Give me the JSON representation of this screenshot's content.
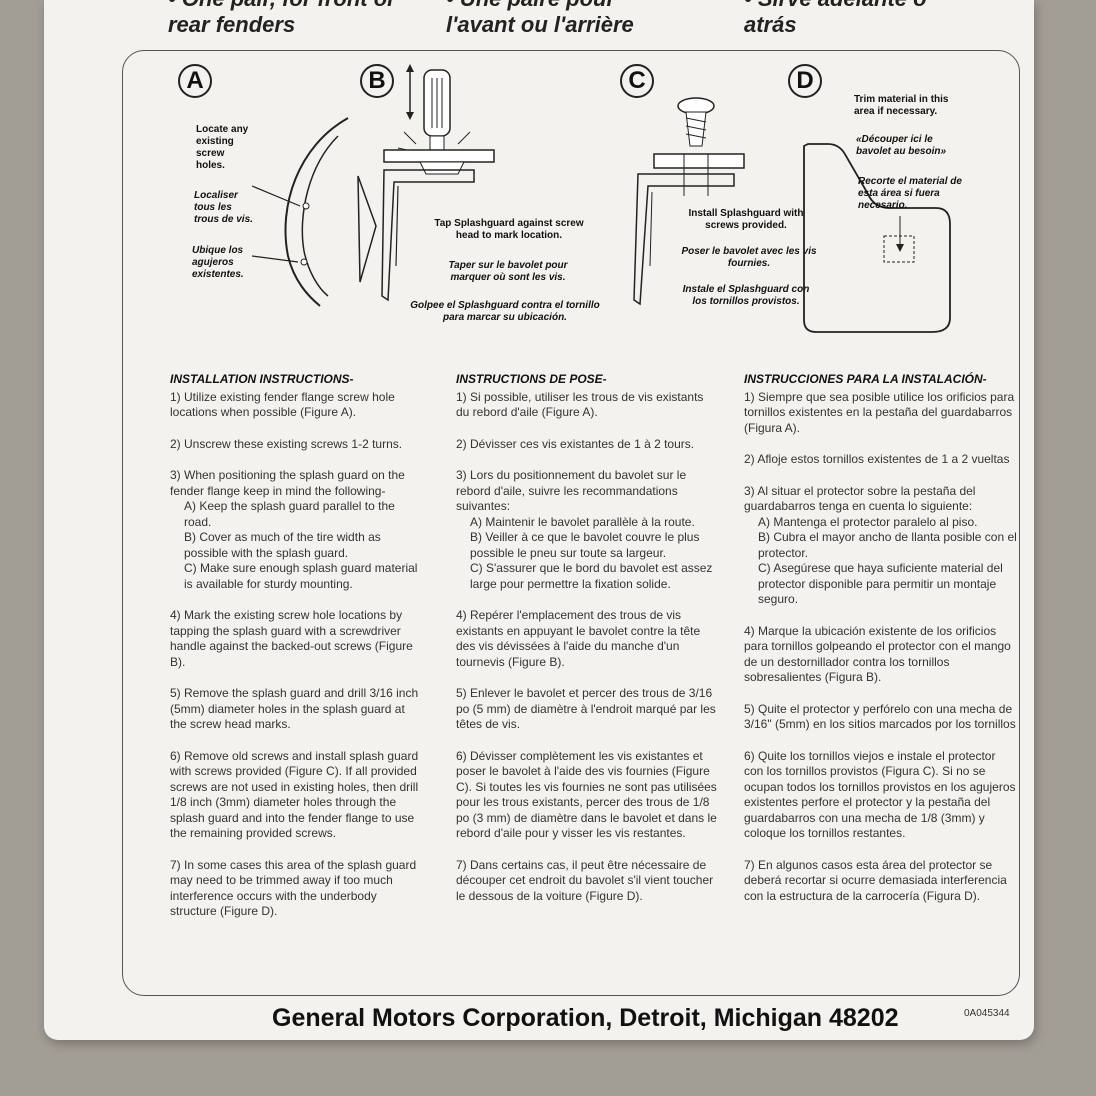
{
  "top_strip": {
    "en": [
      "• One pair, for front or",
      "rear fenders"
    ],
    "fr": [
      "• Une paire pour",
      "l'avant ou l'arrière"
    ],
    "es": [
      "• Sirve adelante o",
      "atrás"
    ]
  },
  "figures": {
    "a": {
      "letter": "A",
      "notes": [
        "Locate any existing screw holes.",
        "Localiser tous les trous de vis.",
        "Ubique los agujeros existentes."
      ]
    },
    "b": {
      "letter": "B",
      "notes": [
        "Tap Splashguard against screw head to mark location.",
        "Taper sur le bavolet pour marquer où sont les vis.",
        "Golpee el Splashguard contra el tornillo para marcar su ubicación."
      ]
    },
    "c": {
      "letter": "C",
      "notes": [
        "Install Splashguard with screws provided.",
        "Poser le bavolet avec les vis fournies.",
        "Instale el Splashguard con los tornillos provistos."
      ]
    },
    "d": {
      "letter": "D",
      "notes": [
        "Trim material in this area if necessary.",
        "«Découper ici le bavolet au besoin»",
        "Recorte el material de esta área si fuera necesario."
      ]
    }
  },
  "instructions": {
    "en": {
      "title": "INSTALLATION INSTRUCTIONS-",
      "s1": "1) Utilize existing fender flange screw hole locations when possible (Figure A).",
      "s2": "2) Unscrew these existing screws 1-2 turns.",
      "s3": "3) When positioning the splash guard on the fender flange keep in mind the following-",
      "s3a": "A) Keep the splash guard parallel to the road.",
      "s3b": "B) Cover as much of the tire width as possible with the splash guard.",
      "s3c": "C) Make sure enough splash guard material is available for sturdy mounting.",
      "s4": "4) Mark the existing screw hole locations by tapping the splash guard with a screwdriver handle against the backed-out screws (Figure B).",
      "s5": "5) Remove the splash guard and drill 3/16 inch (5mm) diameter holes in the splash guard at the screw head marks.",
      "s6": "6) Remove old screws and install splash guard with screws provided (Figure C). If all provided screws are not used in existing holes, then drill 1/8 inch (3mm) diameter holes through the splash guard and into the fender flange to use the remaining provided screws.",
      "s7": "7) In some cases this area of the splash guard may need to be trimmed away if too much interference occurs with the underbody structure (Figure D)."
    },
    "fr": {
      "title": "INSTRUCTIONS DE POSE-",
      "s1": "1) Si possible, utiliser les trous de vis existants du rebord d'aile (Figure A).",
      "s2": "2) Dévisser ces vis existantes de 1 à 2 tours.",
      "s3": "3) Lors du positionnement du bavolet sur le rebord d'aile, suivre les recommandations suivantes:",
      "s3a": "A) Maintenir le bavolet parallèle à la route.",
      "s3b": "B) Veiller à ce que le bavolet couvre le plus possible le pneu sur toute sa largeur.",
      "s3c": "C) S'assurer que le bord du bavolet est assez large pour permettre la fixation solide.",
      "s4": "4) Repérer l'emplacement des trous de vis existants en appuyant le bavolet contre la tête des vis dévissées à l'aide du manche d'un tournevis (Figure B).",
      "s5": "5) Enlever le bavolet et percer des trous de 3/16 po (5 mm) de diamètre à l'endroit marqué par les têtes de vis.",
      "s6": "6) Dévisser complètement les vis existantes et poser le bavolet à l'aide des vis fournies (Figure C). Si toutes les vis fournies ne sont pas utilisées pour les trous existants, percer des trous de 1/8 po (3 mm) de diamètre dans le bavolet et dans le rebord d'aile pour y visser les vis restantes.",
      "s7": "7) Dans certains cas, il peut être nécessaire de découper cet endroit du bavolet s'il vient toucher le dessous de la voiture (Figure D)."
    },
    "es": {
      "title": "INSTRUCCIONES PARA LA INSTALACIÓN-",
      "s1": "1) Siempre que sea posible utilice los orificios para tornillos existentes en la pestaña del guardabarros (Figura A).",
      "s2": "2) Afloje estos tornillos existentes de 1 a 2 vueltas",
      "s3": "3) Al situar el protector sobre la pestaña del guardabarros tenga en cuenta lo siguiente:",
      "s3a": "A) Mantenga el protector paralelo al piso.",
      "s3b": "B) Cubra el mayor ancho de llanta posible con el protector.",
      "s3c": "C) Asegúrese que haya suficiente material del protector disponible para permitir un montaje seguro.",
      "s4": "4) Marque la ubicación existente de los orificios para tornillos golpeando el protector con el mango de un destornillador contra los tornillos sobresalientes (Figura B).",
      "s5": "5) Quite el protector y perfórelo con una mecha de 3/16\" (5mm) en los sitios marcados por los tornillos",
      "s6": "6) Quite los tornillos viejos e instale el protector con los tornillos provistos (Figura C). Si no se ocupan todos los tornillos provistos en los agujeros existentes perfore el protector y la pestaña del guardabarros con una mecha de 1/8 (3mm) y coloque los tornillos restantes.",
      "s7": "7) En algunos casos esta área del protector se deberá recortar si ocurre demasiada interferencia con la estructura de la carrocería (Figura D)."
    }
  },
  "footer": {
    "company": "General Motors Corporation, Detroit, Michigan 48202",
    "code": "0A045344"
  }
}
